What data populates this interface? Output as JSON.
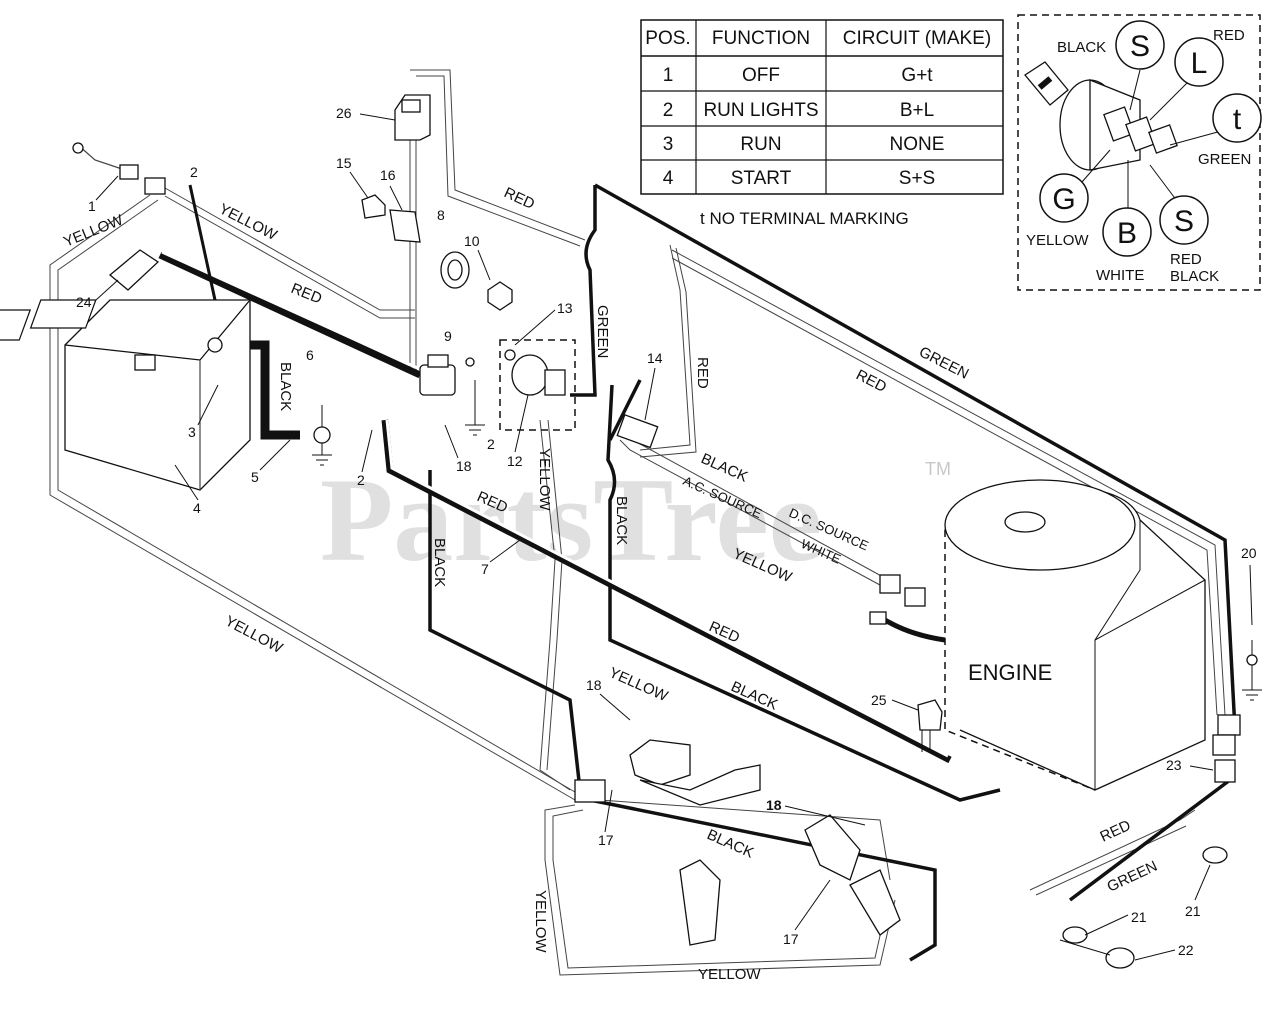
{
  "watermark": "PartsTree",
  "trademark": "TM",
  "table": {
    "headers": [
      "POS.",
      "FUNCTION",
      "CIRCUIT  (MAKE)"
    ],
    "rows": [
      [
        "1",
        "OFF",
        "G+t"
      ],
      [
        "2",
        "RUN LIGHTS",
        "B+L"
      ],
      [
        "3",
        "RUN",
        "NONE"
      ],
      [
        "4",
        "START",
        "S+S"
      ]
    ],
    "note": "t  NO TERMINAL MARKING"
  },
  "switch_detail": {
    "terminals": [
      "S",
      "L",
      "t",
      "G",
      "B",
      "S"
    ],
    "wire_labels": [
      "BLACK",
      "RED",
      "GREEN",
      "YELLOW",
      "WHITE",
      "RED",
      "BLACK"
    ]
  },
  "engine_label": "ENGINE",
  "wire_labels": {
    "yellow": "YELLOW",
    "red": "RED",
    "green": "GREEN",
    "black": "BLACK",
    "white": "WHITE",
    "ac_source": "A.C. SOURCE",
    "dc_source": "D.C. SOURCE"
  },
  "callouts": [
    "1",
    "2",
    "2",
    "2",
    "3",
    "4",
    "5",
    "6",
    "7",
    "8",
    "9",
    "10",
    "12",
    "13",
    "14",
    "15",
    "16",
    "17",
    "17",
    "18",
    "18",
    "18",
    "20",
    "21",
    "21",
    "22",
    "23",
    "24",
    "25",
    "26"
  ]
}
